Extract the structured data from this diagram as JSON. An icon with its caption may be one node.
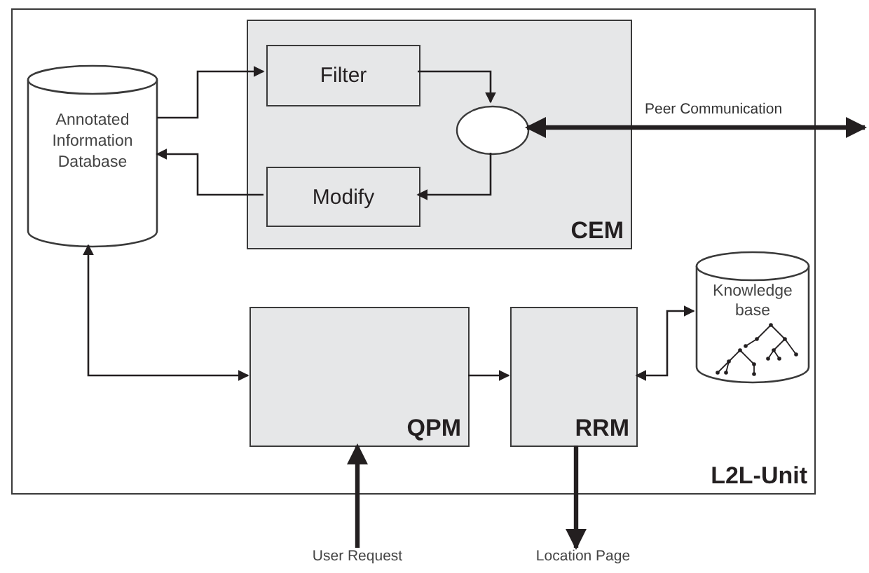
{
  "diagram": {
    "nodes": [
      {
        "text": [
          "L2L-Unit"
        ]
      },
      {
        "text": [
          "Annotated Information Database"
        ],
        "in": 0
      },
      {
        "text": [
          "CEM"
        ],
        "in": 0
      },
      {
        "text": [
          "Filter"
        ],
        "in": 2
      },
      {
        "text": [
          "Modify"
        ],
        "in": 2
      },
      {
        "text": [],
        "shape": "ellipse",
        "in": 2
      },
      {
        "text": [
          "QPM"
        ],
        "in": 0
      },
      {
        "text": [
          "RRM"
        ],
        "in": 0
      },
      {
        "text": [
          "Knowledge base"
        ],
        "in": 0
      },
      {
        "text": [
          "User Request"
        ]
      },
      {
        "text": [
          "Location Page"
        ]
      }
    ],
    "edges": [
      {
        "from": 1,
        "to": 3,
        "arrow": "to"
      },
      {
        "from": 3,
        "to": 5,
        "arrow": "to"
      },
      {
        "from": 5,
        "to": 4,
        "arrow": "to"
      },
      {
        "from": 4,
        "to": 1,
        "arrow": "to"
      },
      {
        "from": 5,
        "to": null,
        "arrow": "both",
        "label": "Peer Communication",
        "style": "thick"
      },
      {
        "from": 1,
        "to": 6,
        "arrow": "both"
      },
      {
        "from": 6,
        "to": 7,
        "arrow": "to"
      },
      {
        "from": 7,
        "to": 8,
        "arrow": "both"
      },
      {
        "from": 9,
        "to": 6,
        "arrow": "to",
        "style": "thick"
      },
      {
        "from": 7,
        "to": 10,
        "arrow": "to",
        "style": "thick"
      }
    ]
  }
}
